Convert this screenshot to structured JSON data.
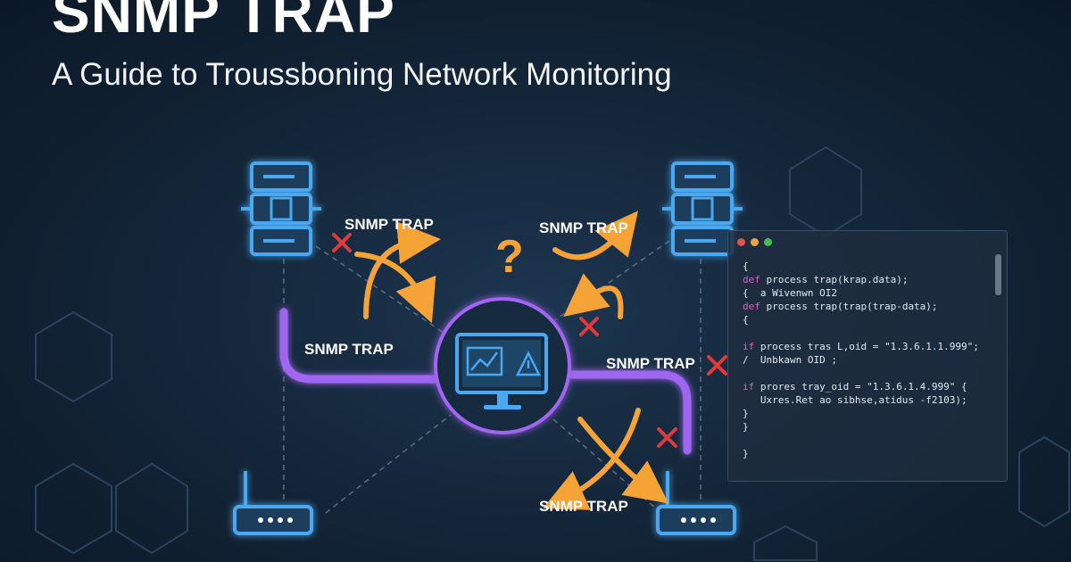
{
  "header": {
    "title": "SNMP TRAP",
    "subtitle": "A Guide to Troussboning Network Monitoring"
  },
  "diagram": {
    "trap_labels": [
      "SNMP TRAP",
      "SNMP TRAP",
      "SNMP TRAP",
      "SNMP TRAP",
      "SNMP TRAP"
    ],
    "question_mark": "?",
    "colors": {
      "arrow": "#f5a236",
      "link": "#a066f0",
      "device": "#4aa8f0",
      "error": "#e03a3a"
    }
  },
  "code_panel": {
    "lines": [
      {
        "kw": "",
        "text": "{"
      },
      {
        "kw": "def",
        "text": " process trap(krap.data);"
      },
      {
        "kw": "",
        "text": "{  a Wivenwn OI2"
      },
      {
        "kw": "def",
        "text": " process trap(trap(trap-data);"
      },
      {
        "kw": "",
        "text": "{"
      },
      {
        "kw": "",
        "text": ""
      },
      {
        "kw": "if",
        "text": " process tras L,oid = \"1.3.6.1.1.999\";"
      },
      {
        "kw": "",
        "text": "/  Unbkawn OID ;"
      },
      {
        "kw": "",
        "text": ""
      },
      {
        "kw": "if",
        "text": " prores tray_oid = \"1.3.6.1.4.999\" {"
      },
      {
        "kw": "",
        "text": "   Uxres.Ret ao sibhse,atidus -f2103);"
      },
      {
        "kw": "",
        "text": "}"
      },
      {
        "kw": "",
        "text": "}"
      },
      {
        "kw": "",
        "text": ""
      },
      {
        "kw": "",
        "text": "}"
      }
    ]
  }
}
